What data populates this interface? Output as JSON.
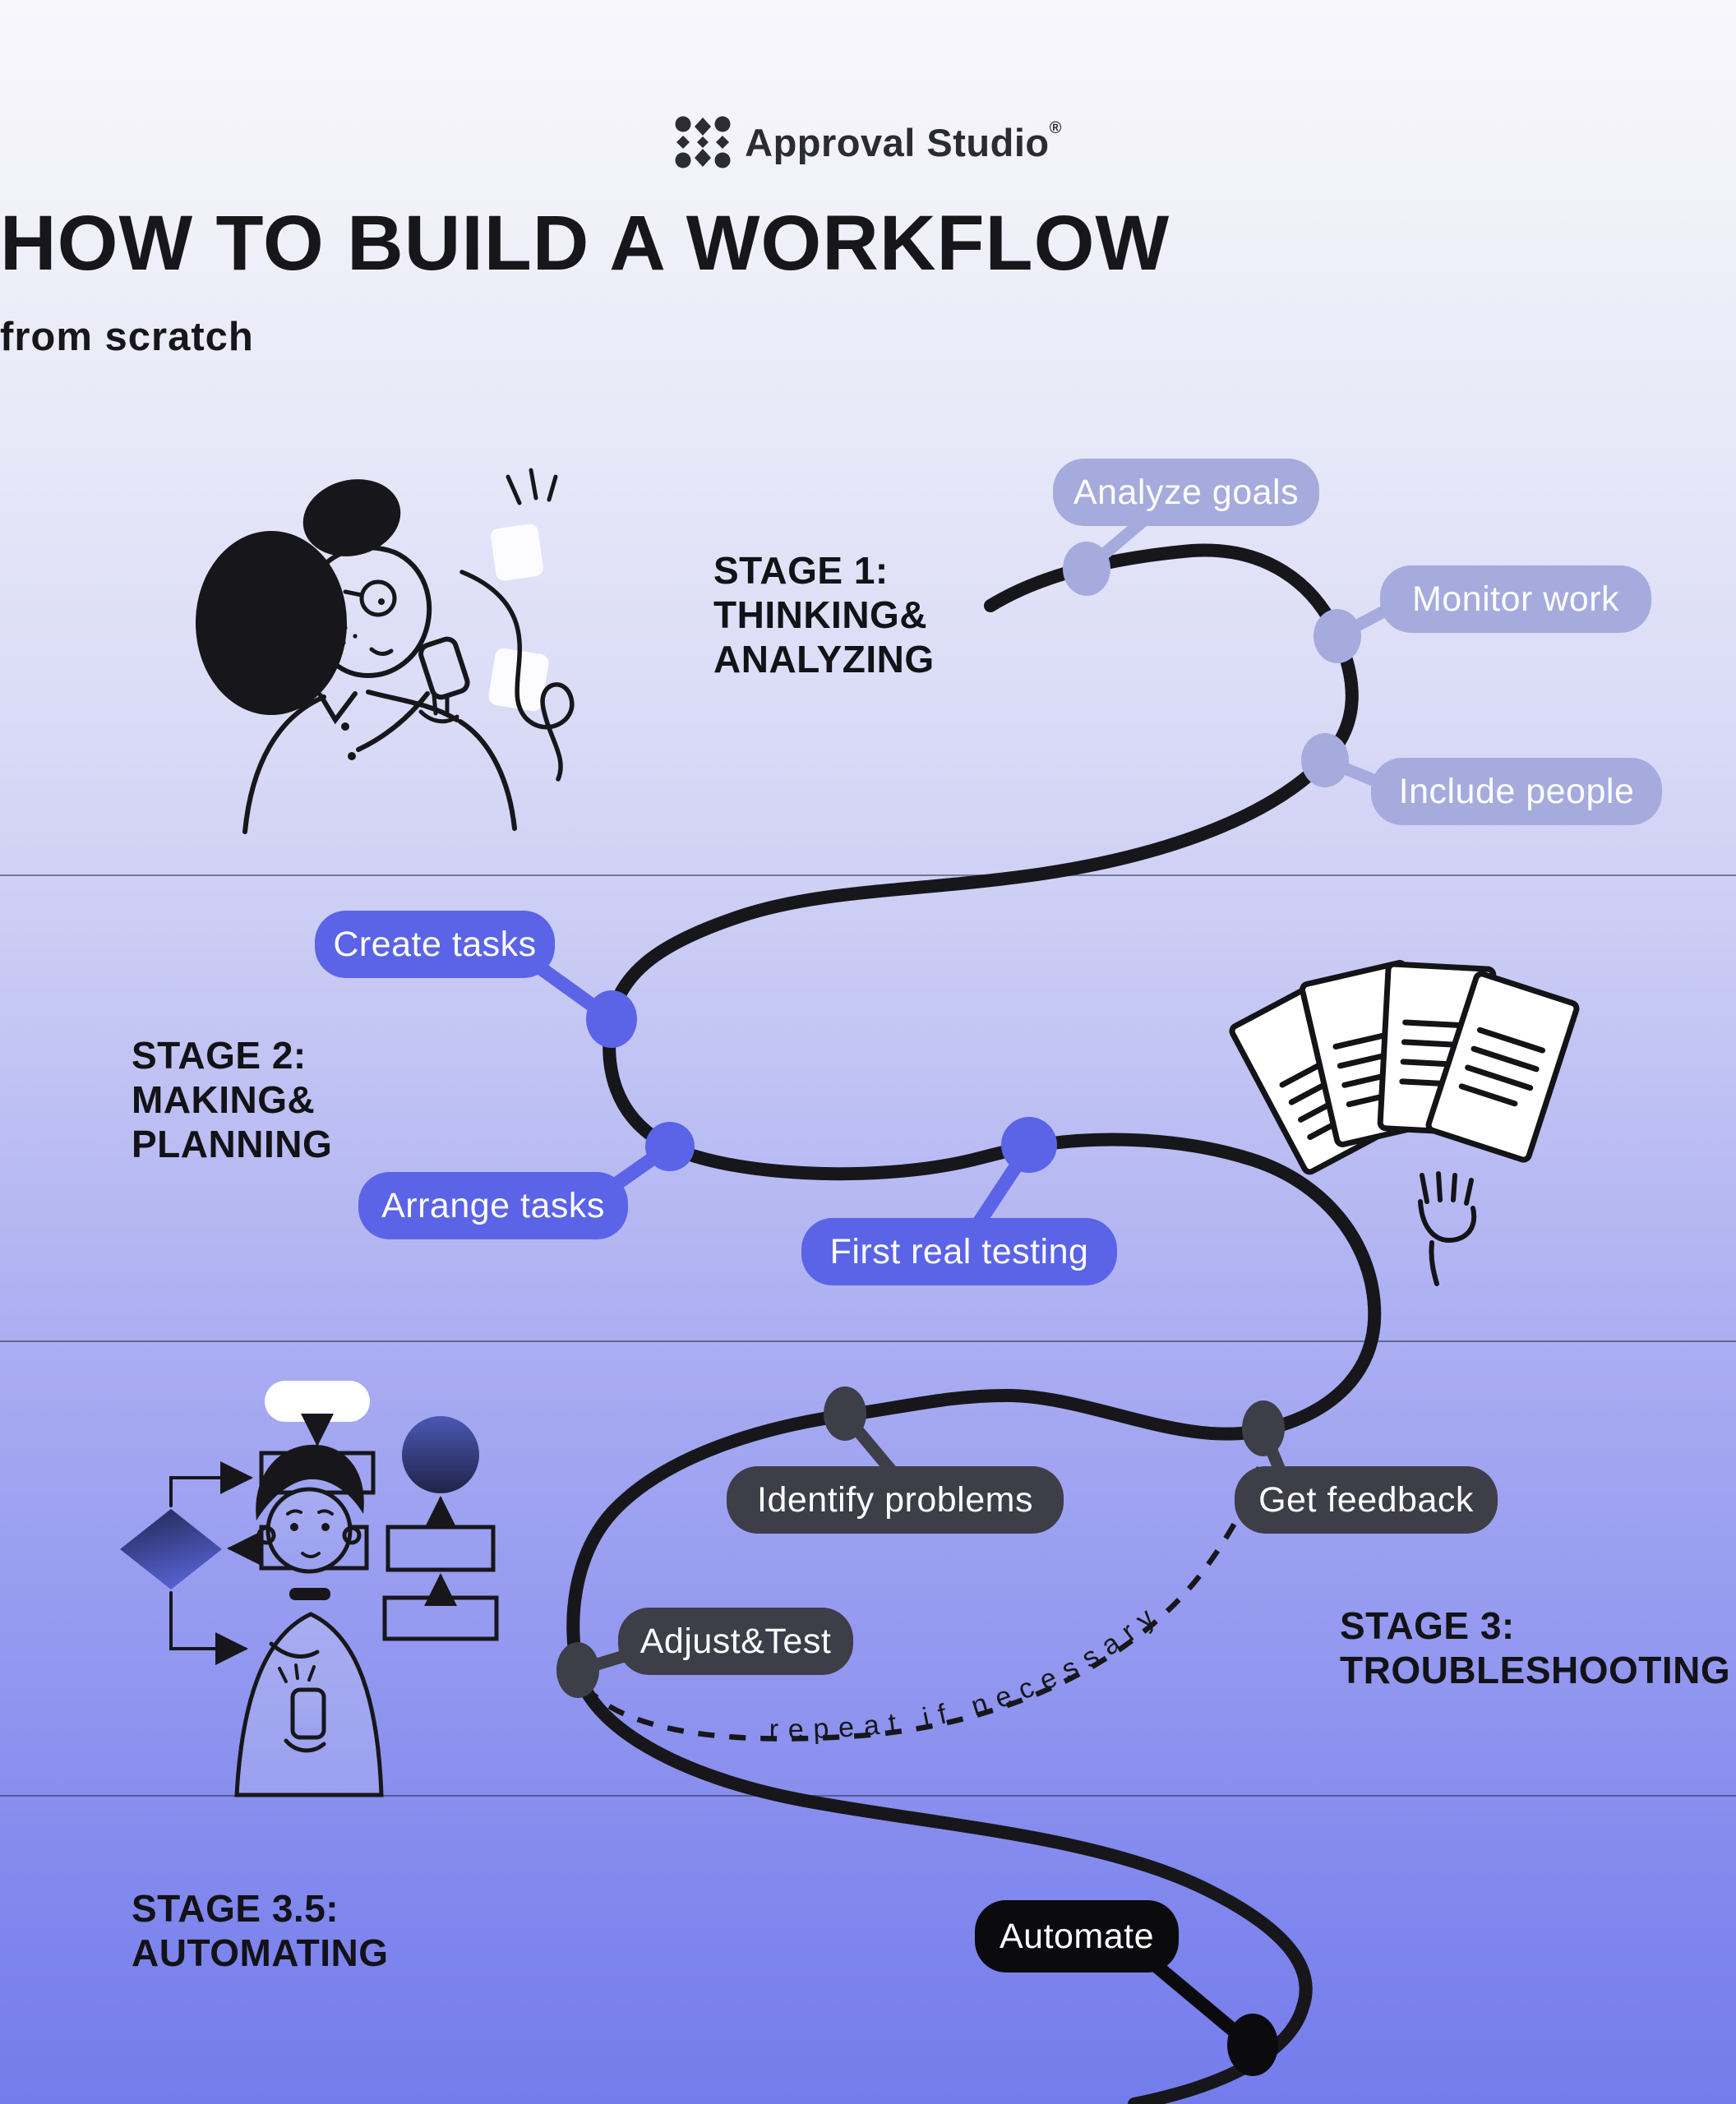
{
  "brand": {
    "name": "Approval Studio",
    "registered_mark": "®"
  },
  "header": {
    "title": "HOW TO BUILD A WORKFLOW",
    "subtitle": "from scratch"
  },
  "stages": [
    {
      "name": "Stage 1",
      "label_lines": [
        "STAGE 1:",
        "THINKING&",
        "ANALYZING"
      ],
      "steps": [
        "Analyze goals",
        "Monitor work",
        "Include people"
      ],
      "pill_color": "#a6abde"
    },
    {
      "name": "Stage 2",
      "label_lines": [
        "STAGE 2:",
        "MAKING&",
        "PLANNING"
      ],
      "steps": [
        "Create tasks",
        "Arrange tasks",
        "First real testing"
      ],
      "pill_color": "#5b64e6"
    },
    {
      "name": "Stage 3",
      "label_lines": [
        "STAGE 3:",
        "TROUBLESHOOTING"
      ],
      "steps": [
        "Identify problems",
        "Get feedback",
        "Adjust&Test"
      ],
      "pill_color": "#3d3e48"
    },
    {
      "name": "Stage 3.5",
      "label_lines": [
        "STAGE 3.5:",
        "AUTOMATING"
      ],
      "steps": [
        "Automate"
      ],
      "pill_color": "#0b0b0e"
    }
  ],
  "loop_label": "repeat if necessary",
  "palette": {
    "flow_path": "#17171b",
    "stage1_accent": "#a6abde",
    "stage2_accent": "#5b64e6",
    "stage3_accent": "#3d3e48",
    "stage35_accent": "#0b0b0e",
    "pill_text": "#fdfdfe",
    "background_top": "#f8f7fc",
    "background_bottom": "#747cec",
    "divider": "#2a2d46"
  }
}
